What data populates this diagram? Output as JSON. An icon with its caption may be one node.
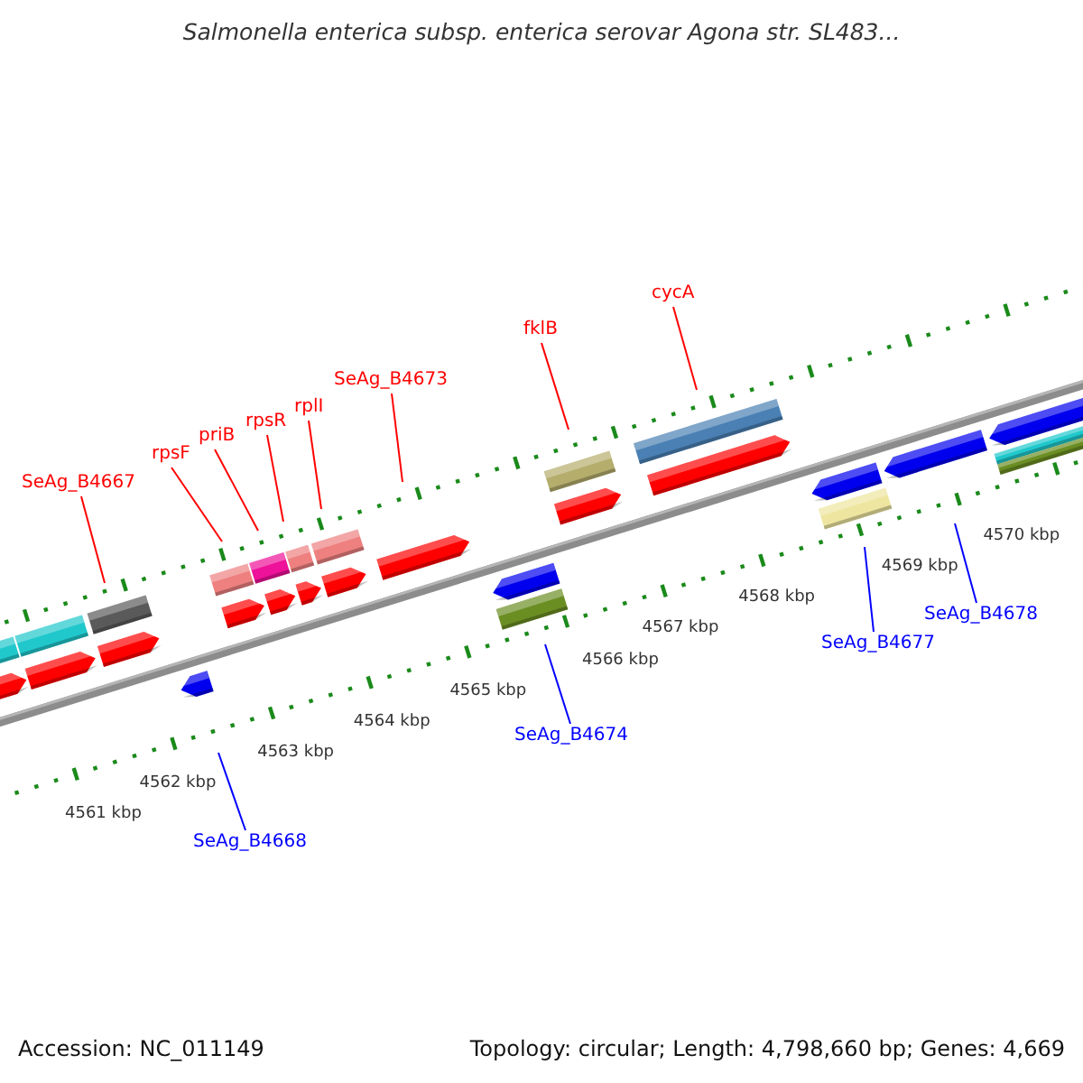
{
  "diagram": {
    "title": "Salmonella enterica subsp. enterica serovar Agona str. SL483...",
    "nodes": [
      {
        "text": [
          "SeAg_B4667"
        ]
      },
      {
        "text": [
          "rpsF"
        ]
      },
      {
        "text": [
          "priB"
        ]
      },
      {
        "text": [
          "rpsR"
        ]
      },
      {
        "text": [
          "rplI"
        ]
      },
      {
        "text": [
          "SeAg_B4673"
        ]
      },
      {
        "text": [
          "fklB"
        ]
      },
      {
        "text": [
          "cycA"
        ]
      },
      {
        "text": [
          "SeAg_B4668"
        ]
      },
      {
        "text": [
          "SeAg_B4674"
        ]
      },
      {
        "text": [
          "SeAg_B4677"
        ]
      },
      {
        "text": [
          "SeAg_B4678"
        ]
      }
    ],
    "edges": [
      {
        "from": 0,
        "to": null,
        "arrow": "none"
      },
      {
        "from": 1,
        "to": null,
        "arrow": "none"
      },
      {
        "from": 2,
        "to": null,
        "arrow": "none"
      },
      {
        "from": 3,
        "to": null,
        "arrow": "none"
      },
      {
        "from": 4,
        "to": null,
        "arrow": "none"
      },
      {
        "from": 5,
        "to": null,
        "arrow": "none"
      },
      {
        "from": 6,
        "to": null,
        "arrow": "none"
      },
      {
        "from": 7,
        "to": null,
        "arrow": "none"
      },
      {
        "from": 8,
        "to": null,
        "arrow": "none",
        "color": "#0000ff"
      },
      {
        "from": 9,
        "to": null,
        "arrow": "none",
        "color": "#0000ff"
      },
      {
        "from": 10,
        "to": null,
        "arrow": "none",
        "color": "#0000ff"
      },
      {
        "from": 11,
        "to": null,
        "arrow": "none",
        "color": "#0000ff"
      }
    ],
    "labels": [
      "4570 kbp",
      "4569 kbp",
      "4568 kbp",
      "4567 kbp",
      "4566 kbp",
      "4565 kbp",
      "4564 kbp",
      "4563 kbp",
      "4562 kbp",
      "4561 kbp",
      "Accession: NC_011149",
      "Topology: circular; Length: 4,798,660 bp; Genes: 4,669"
    ]
  }
}
